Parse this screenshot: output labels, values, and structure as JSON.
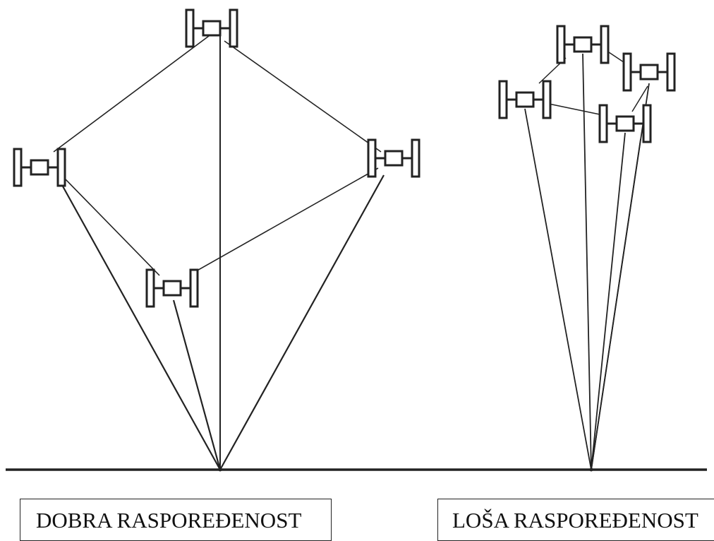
{
  "labels": {
    "good": "DOBRA RASPOREĐENOST",
    "bad": "LOŠA  RASPOREĐENOST"
  },
  "colors": {
    "stroke": "#222222",
    "background": "#ffffff"
  },
  "icons": {
    "satellite": "satellite-icon",
    "receiver": "receiver-point"
  }
}
